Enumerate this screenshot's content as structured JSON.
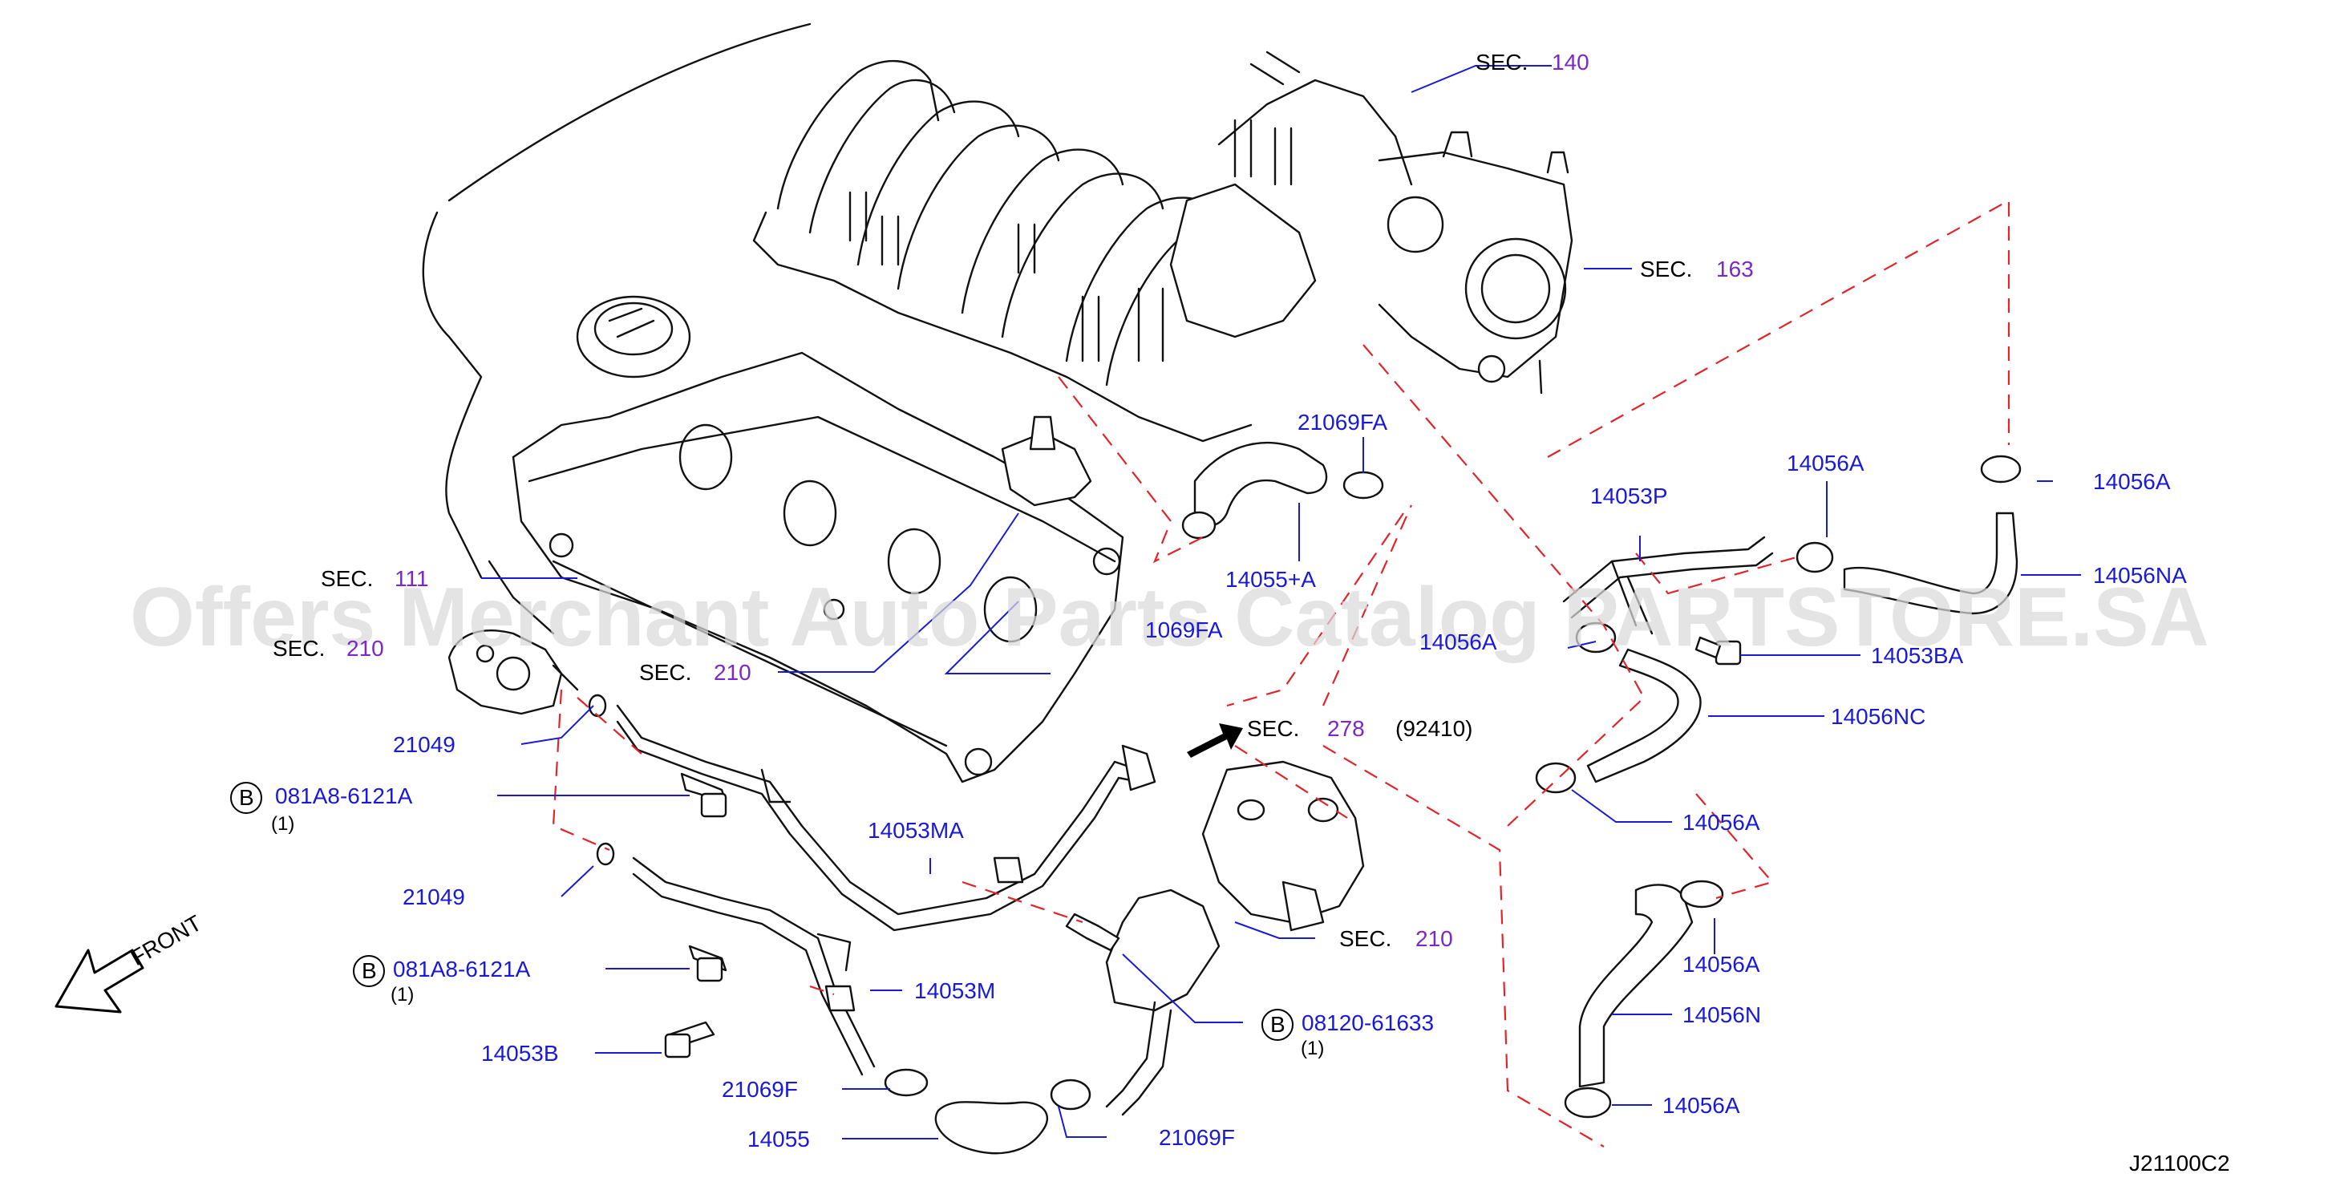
{
  "watermark": "Offers Merchant Auto Parts Catalog PARTSTORE.SA",
  "diagram_code": "J21100C2",
  "front_label": "FRONT",
  "bolt_symbol": "B",
  "sec_prefix": "SEC.",
  "sections": {
    "s140": "140",
    "s163": "163",
    "s111": "111",
    "s210_left": "210",
    "s210_mid": "210",
    "s278": "278",
    "s210_low": "210"
  },
  "sec278_note": "(92410)",
  "parts": {
    "p21069FA": "21069FA",
    "p14055A": "14055+A",
    "p1069FA_partial": "1069FA",
    "p14053P": "14053P",
    "p14056A_1": "14056A",
    "p14056A_2": "14056A",
    "p14056NA": "14056NA",
    "p14056A_3": "14056A",
    "p14053BA": "14053BA",
    "p14056NC": "14056NC",
    "p14056A_4": "14056A",
    "p14056A_5": "14056A",
    "p14056N": "14056N",
    "p14056A_6": "14056A",
    "p21049_1": "21049",
    "p081A8_1": "081A8-6121A",
    "p14053MA": "14053MA",
    "p21049_2": "21049",
    "p081A8_2": "081A8-6121A",
    "p14053M": "14053M",
    "p14053B": "14053B",
    "p21069F_1": "21069F",
    "p14055": "14055",
    "p21069F_2": "21069F",
    "p08120": "08120-61633"
  },
  "quantities": {
    "q1": "(1)",
    "q2": "(1)",
    "q3": "(1)"
  },
  "colors": {
    "part_label": "#1a1ad6",
    "section_number": "#7a28c8",
    "dashed_leader": "#e0262a",
    "line_art": "#111111"
  }
}
